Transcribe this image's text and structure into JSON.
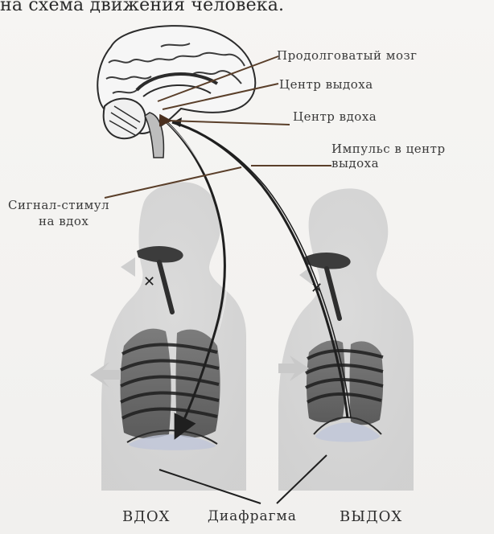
{
  "caption": {
    "top_text": "на схема движения человека."
  },
  "labels": {
    "medulla": "Продолговатый мозг",
    "exhale_center": "Центр выдоха",
    "inhale_center": "Центр вдоха",
    "impulse_line1": "Импульс в центр",
    "impulse_line2": "выдоха",
    "signal_line1": "Сигнал-стимул",
    "signal_line2": "на вдох"
  },
  "bottom": {
    "inhale": "ВДОХ",
    "diaphragm": "Диафрагма",
    "exhale": "ВЫДОХ"
  }
}
